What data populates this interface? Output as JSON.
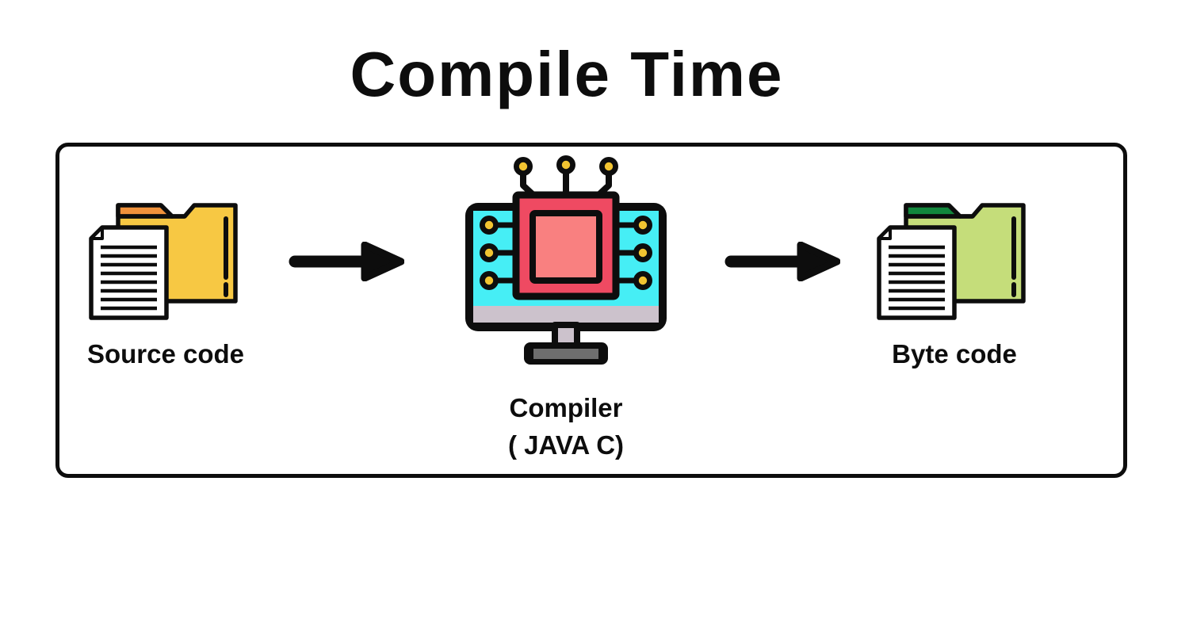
{
  "title": "Compile Time",
  "flow": {
    "source": {
      "label": "Source code",
      "icon": "folder-with-document-icon"
    },
    "arrow1": {
      "icon": "right-arrow-icon"
    },
    "compiler": {
      "label": "Compiler",
      "sublabel": "( JAVA C)",
      "icon": "cpu-monitor-icon"
    },
    "arrow2": {
      "icon": "right-arrow-icon"
    },
    "bytecode": {
      "label": "Byte code",
      "icon": "folder-with-document-icon"
    }
  },
  "colors": {
    "source_folder_body": "#F7C843",
    "source_folder_tab": "#F0913B",
    "bytecode_folder_body": "#C5DD7A",
    "bytecode_folder_tab": "#12863C",
    "screen": "#46EEF5",
    "chip_outer": "#EF4A62",
    "chip_inner": "#F98080",
    "node_dot": "#F2C431",
    "monitor_bar": "#CCC2CC",
    "stand_base_inner": "#6E6E6E",
    "document": "#FFFFFF",
    "outline": "#0D0D0D"
  }
}
